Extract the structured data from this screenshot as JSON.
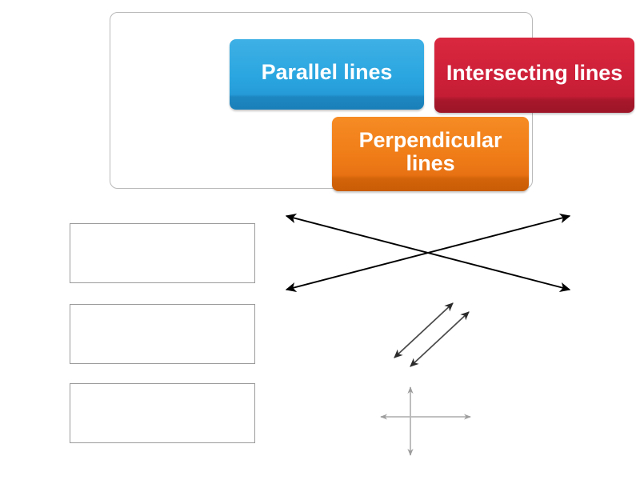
{
  "activity": {
    "type": "match-up-drag-and-drop",
    "answer_bank": {
      "name": "answer-bank",
      "tiles": [
        {
          "label": "Parallel lines",
          "color": "#2ba6e0",
          "shadow_color": "#1a7fb8",
          "name": "tile-parallel"
        },
        {
          "label": "Intersecting lines",
          "color": "#ce2039",
          "shadow_color": "#9c1527",
          "name": "tile-intersecting"
        },
        {
          "label": "Perpendicular lines",
          "color": "#f07d18",
          "shadow_color": "#c85c06",
          "name": "tile-perpendicular"
        }
      ]
    },
    "drop_zones": [
      {
        "label": "",
        "name": "drop-box-1"
      },
      {
        "label": "",
        "name": "drop-box-2"
      },
      {
        "label": "",
        "name": "drop-box-3"
      }
    ],
    "figures": [
      {
        "name": "intersecting-lines-figure",
        "description": "two double-headed arrows crossing in an X",
        "stroke": "#000000"
      },
      {
        "name": "parallel-lines-figure",
        "description": "two parallel double-headed diagonal arrows",
        "stroke": "#3a3a3a"
      },
      {
        "name": "perpendicular-lines-figure",
        "description": "a vertical and a horizontal double-headed arrow meeting at right angles",
        "stroke": "#b0b0b0"
      }
    ]
  },
  "colors": {
    "panel_border": "#b9b9b9",
    "box_border": "#9a9a9a",
    "page_background": "#ffffff",
    "tile_text": "#ffffff"
  }
}
